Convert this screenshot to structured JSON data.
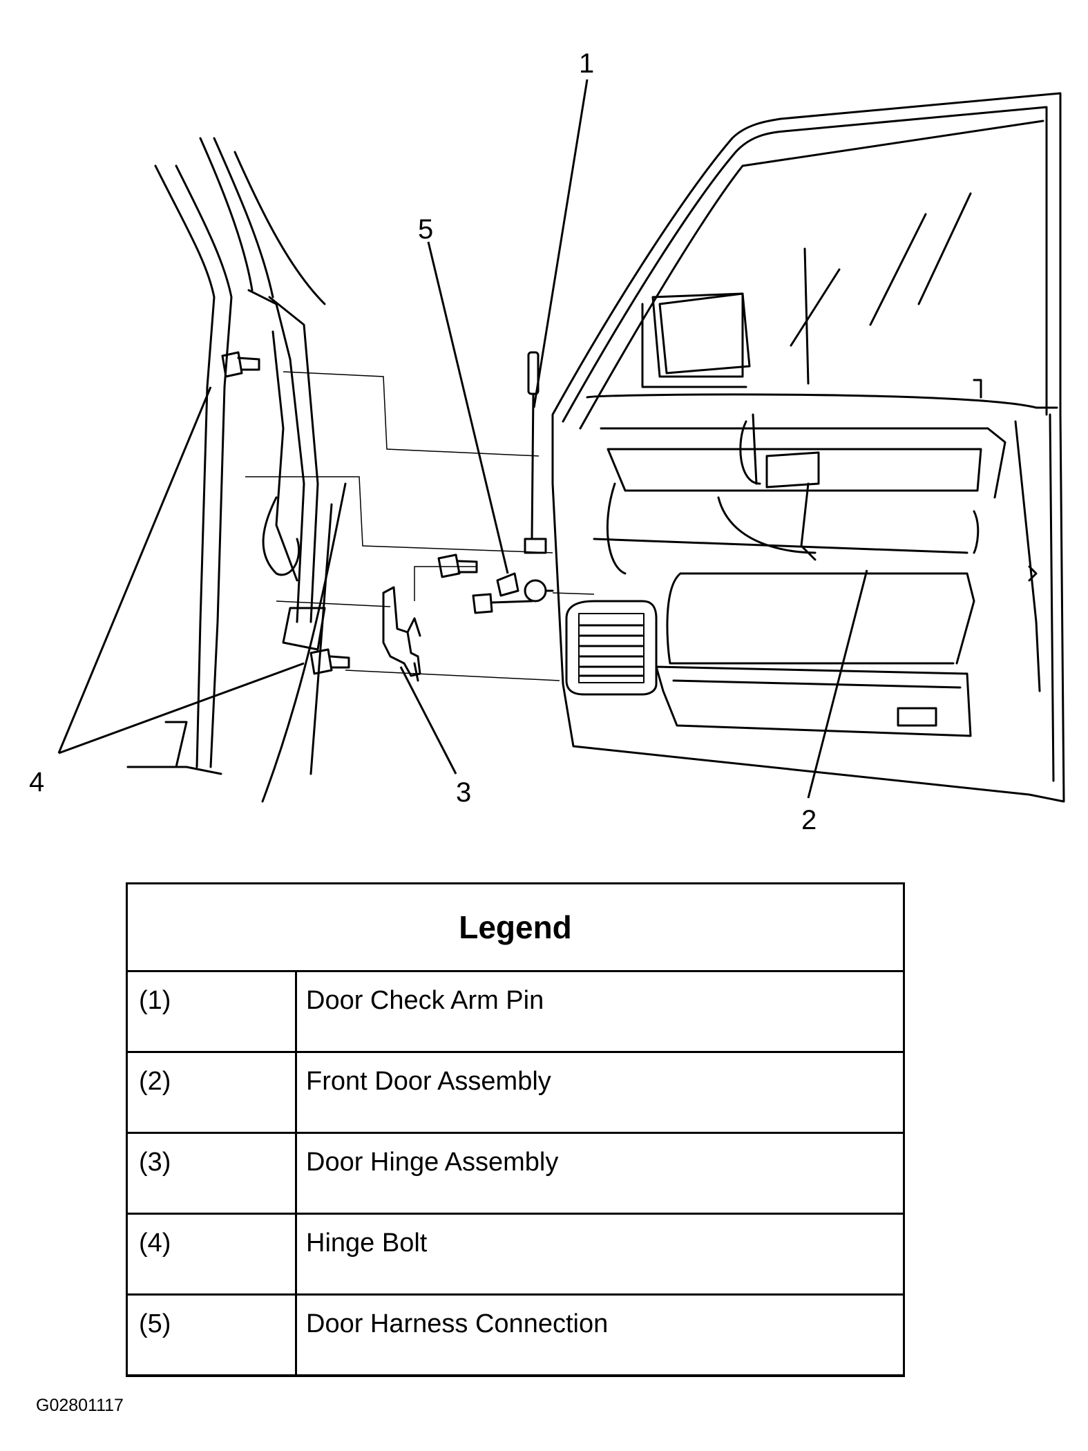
{
  "callouts": {
    "c1": "1",
    "c2": "2",
    "c3": "3",
    "c4": "4",
    "c5": "5"
  },
  "legend": {
    "title": "Legend",
    "rows": [
      {
        "num": "(1)",
        "desc": "Door Check Arm Pin"
      },
      {
        "num": "(2)",
        "desc": "Front Door Assembly"
      },
      {
        "num": "(3)",
        "desc": "Door Hinge Assembly"
      },
      {
        "num": "(4)",
        "desc": "Hinge Bolt"
      },
      {
        "num": "(5)",
        "desc": "Door Harness Connection"
      }
    ]
  },
  "figure_id": "G02801117"
}
